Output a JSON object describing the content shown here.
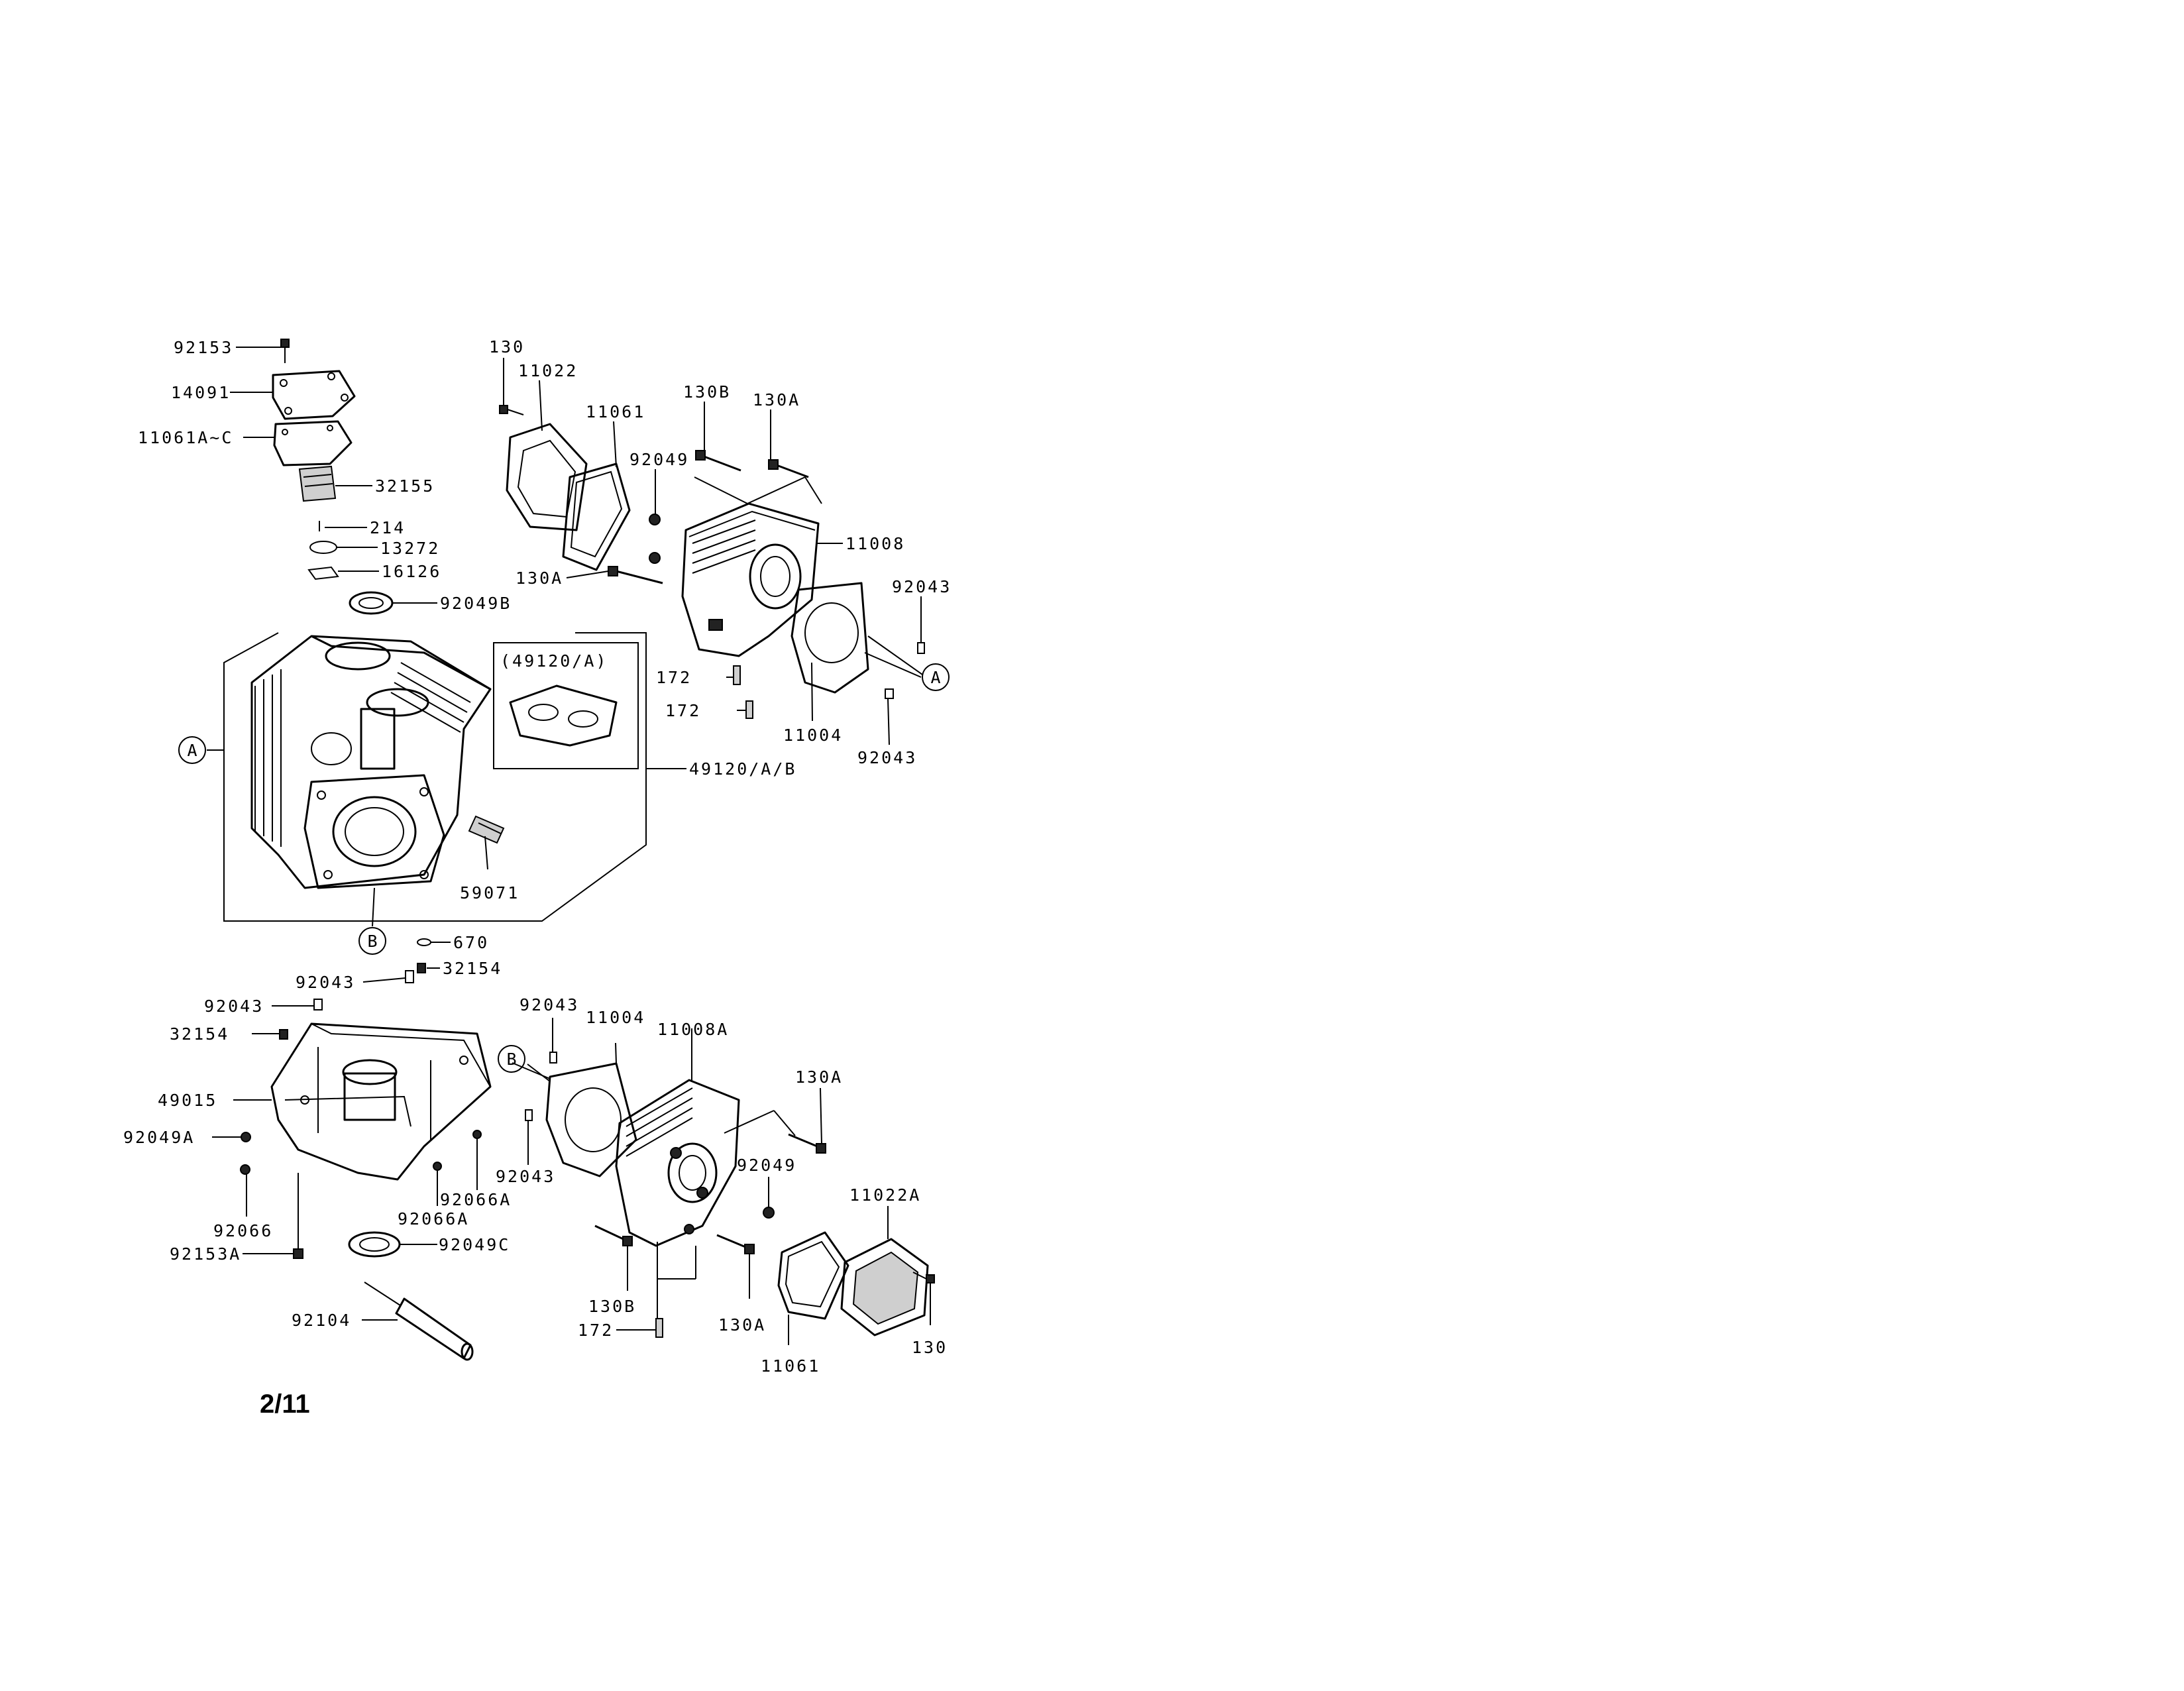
{
  "page_number": "2/11",
  "inset_title": "(49120/A)",
  "callouts": [
    {
      "key": "A1",
      "text": "A"
    },
    {
      "key": "A2",
      "text": "A"
    },
    {
      "key": "B1",
      "text": "B"
    },
    {
      "key": "B2",
      "text": "B"
    }
  ],
  "part_labels": [
    {
      "key": "p92153",
      "text": "92153"
    },
    {
      "key": "p14091",
      "text": "14091"
    },
    {
      "key": "p11061AC",
      "text": "11061A~C"
    },
    {
      "key": "p32155",
      "text": "32155"
    },
    {
      "key": "p214",
      "text": "214"
    },
    {
      "key": "p13272",
      "text": "13272"
    },
    {
      "key": "p16126",
      "text": "16126"
    },
    {
      "key": "p92049B",
      "text": "92049B"
    },
    {
      "key": "p49120AB",
      "text": "49120/A/B"
    },
    {
      "key": "p59071",
      "text": "59071"
    },
    {
      "key": "p670",
      "text": "670"
    },
    {
      "key": "p130_top",
      "text": "130"
    },
    {
      "key": "p11022",
      "text": "11022"
    },
    {
      "key": "p11061_top",
      "text": "11061"
    },
    {
      "key": "p130B_top",
      "text": "130B"
    },
    {
      "key": "p130A_top",
      "text": "130A"
    },
    {
      "key": "p92049_top",
      "text": "92049"
    },
    {
      "key": "p11008",
      "text": "11008"
    },
    {
      "key": "p130A_mid",
      "text": "130A"
    },
    {
      "key": "p92043_r1",
      "text": "92043"
    },
    {
      "key": "p172_a",
      "text": "172"
    },
    {
      "key": "p172_b",
      "text": "172"
    },
    {
      "key": "p11004_top",
      "text": "11004"
    },
    {
      "key": "p92043_r2",
      "text": "92043"
    },
    {
      "key": "p92043_b1",
      "text": "92043"
    },
    {
      "key": "p32154_a",
      "text": "32154"
    },
    {
      "key": "p92043_b2",
      "text": "92043"
    },
    {
      "key": "p32154_b",
      "text": "32154"
    },
    {
      "key": "p49015",
      "text": "49015"
    },
    {
      "key": "p92049A",
      "text": "92049A"
    },
    {
      "key": "p92066",
      "text": "92066"
    },
    {
      "key": "p92153A",
      "text": "92153A"
    },
    {
      "key": "p92066A_a",
      "text": "92066A"
    },
    {
      "key": "p92066A_b",
      "text": "92066A"
    },
    {
      "key": "p92049C",
      "text": "92049C"
    },
    {
      "key": "p92104",
      "text": "92104"
    },
    {
      "key": "p92043_b3",
      "text": "92043"
    },
    {
      "key": "p11004_bot",
      "text": "11004"
    },
    {
      "key": "p11008A",
      "text": "11008A"
    },
    {
      "key": "p130A_b1",
      "text": "130A"
    },
    {
      "key": "p92043_b4",
      "text": "92043"
    },
    {
      "key": "p92049_bot",
      "text": "92049"
    },
    {
      "key": "p11022A",
      "text": "11022A"
    },
    {
      "key": "p130B_bot",
      "text": "130B"
    },
    {
      "key": "p130A_b2",
      "text": "130A"
    },
    {
      "key": "p172_c",
      "text": "172"
    },
    {
      "key": "p11061_bot",
      "text": "11061"
    },
    {
      "key": "p130_bot",
      "text": "130"
    }
  ]
}
